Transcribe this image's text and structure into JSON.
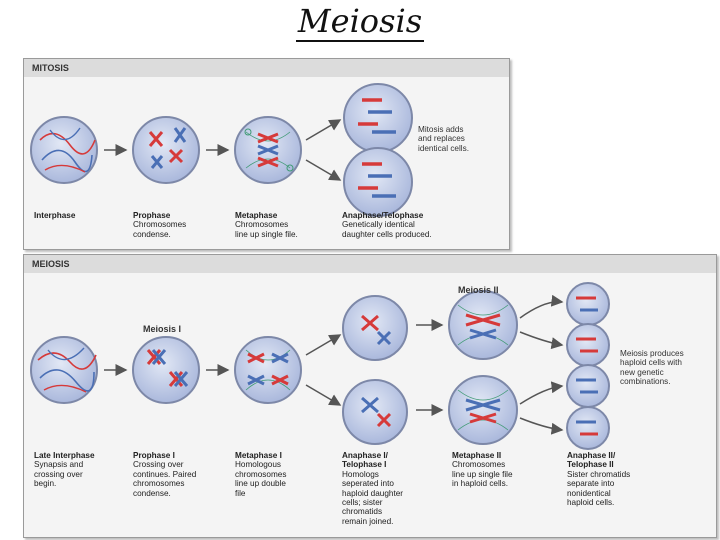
{
  "title": "Meiosis",
  "mitosis": {
    "header": "MITOSIS",
    "note": [
      "Mitosis adds",
      "and replaces",
      "identical cells."
    ],
    "stages": [
      {
        "name": "Interphase",
        "desc": []
      },
      {
        "name": "Prophase",
        "desc": [
          "Chromosomes",
          "condense."
        ]
      },
      {
        "name": "Metaphase",
        "desc": [
          "Chromosomes",
          "line up single file."
        ]
      },
      {
        "name": "Anaphase/Telophase",
        "desc": [
          "Genetically identical",
          "daughter cells produced."
        ]
      }
    ]
  },
  "meiosis": {
    "header": "MEIOSIS",
    "label_meiosis1": "Meiosis I",
    "label_meiosis2": "Meiosis II",
    "note": [
      "Meiosis produces",
      "haploid cells with",
      "new genetic",
      "combinations."
    ],
    "stages": [
      {
        "name": "Late Interphase",
        "desc": [
          "Synapsis and",
          "crossing over",
          "begin."
        ]
      },
      {
        "name": "Prophase I",
        "desc": [
          "Crossing over",
          "continues. Paired",
          "chromosomes",
          "condense."
        ]
      },
      {
        "name": "Metaphase I",
        "desc": [
          "Homologous",
          "chromosomes",
          "line up double",
          "file"
        ]
      },
      {
        "name": "Anaphase I/",
        "name2": "Telophase I",
        "desc": [
          "Homologs",
          "seperated into",
          "haploid daughter",
          "cells; sister",
          "chromatids",
          "remain joined."
        ]
      },
      {
        "name": "Metaphase II",
        "desc": [
          "Chromosomes",
          "line up single file",
          "in haploid cells."
        ]
      },
      {
        "name": "Anaphase II/",
        "name2": "Telophase II",
        "desc": [
          "Sister chromatids",
          "separate into",
          "nonidentical",
          "haploid cells."
        ]
      }
    ]
  },
  "colors": {
    "red": "#d63a3a",
    "blue": "#4a6fb5",
    "cell_fill": "#c9d3ea",
    "cell_edge": "#8a93b0",
    "spindle": "#3f9a74"
  }
}
